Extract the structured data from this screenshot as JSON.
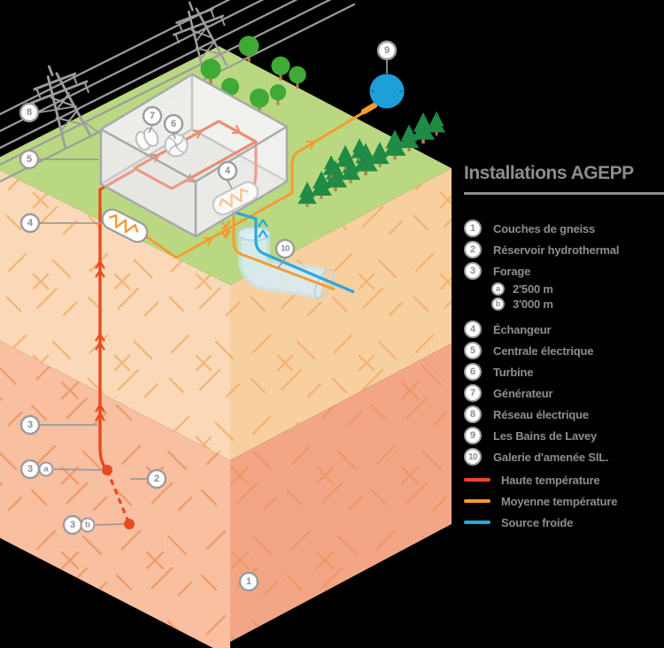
{
  "title": "Installations AGEPP",
  "legend": {
    "items": [
      {
        "num": "1",
        "label": "Couches de gneiss"
      },
      {
        "num": "2",
        "label": "Réservoir hydrothermal"
      },
      {
        "num": "3",
        "label": "Forage"
      },
      {
        "num": "a",
        "label": "2'500 m"
      },
      {
        "num": "b",
        "label": "3'000 m"
      },
      {
        "num": "4",
        "label": "Échangeur"
      },
      {
        "num": "5",
        "label": "Centrale électrique"
      },
      {
        "num": "6",
        "label": "Turbine"
      },
      {
        "num": "7",
        "label": "Générateur"
      },
      {
        "num": "8",
        "label": "Réseau électrique"
      },
      {
        "num": "9",
        "label": "Les Bains de Lavey"
      },
      {
        "num": "10",
        "label": "Galerie d'amenée SIL."
      }
    ],
    "color_key": [
      {
        "label": "Haute température",
        "color": "#e8491f"
      },
      {
        "label": "Moyenne température",
        "color": "#f59b31"
      },
      {
        "label": "Source froide",
        "color": "#29a8df"
      }
    ]
  },
  "diagram": {
    "callouts": {
      "n1": "1",
      "n2": "2",
      "n3": "3",
      "n3a": "a",
      "n3b": "b",
      "n4": "4",
      "n5": "5",
      "n6": "6",
      "n7": "7",
      "n8": "8",
      "n9": "9",
      "n10": "10"
    }
  },
  "palette": {
    "grass": "#b9d881",
    "soil_top_left": "#fbd9b8",
    "soil_top_right": "#f8cf9f",
    "soil_mid_left": "#f8bfa0",
    "soil_mid_right": "#f3a685",
    "high_temp": "#e8491f",
    "mid_temp": "#f59b31",
    "cold_water": "#29a8df",
    "label_gray": "#8d8d8d"
  }
}
